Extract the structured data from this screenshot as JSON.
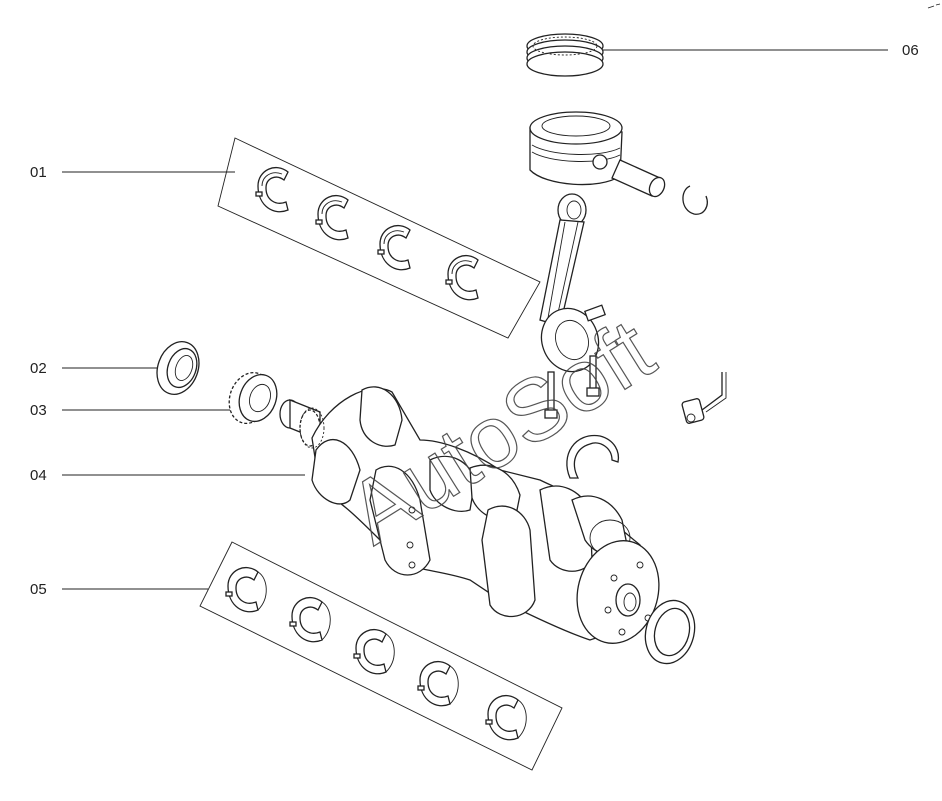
{
  "callouts": [
    {
      "id": "01",
      "label": "01"
    },
    {
      "id": "02",
      "label": "02"
    },
    {
      "id": "03",
      "label": "03"
    },
    {
      "id": "04",
      "label": "04"
    },
    {
      "id": "05",
      "label": "05"
    },
    {
      "id": "06",
      "label": "06"
    }
  ],
  "watermark": "AutoSoft",
  "colors": {
    "line": "#222222",
    "background": "#ffffff"
  }
}
